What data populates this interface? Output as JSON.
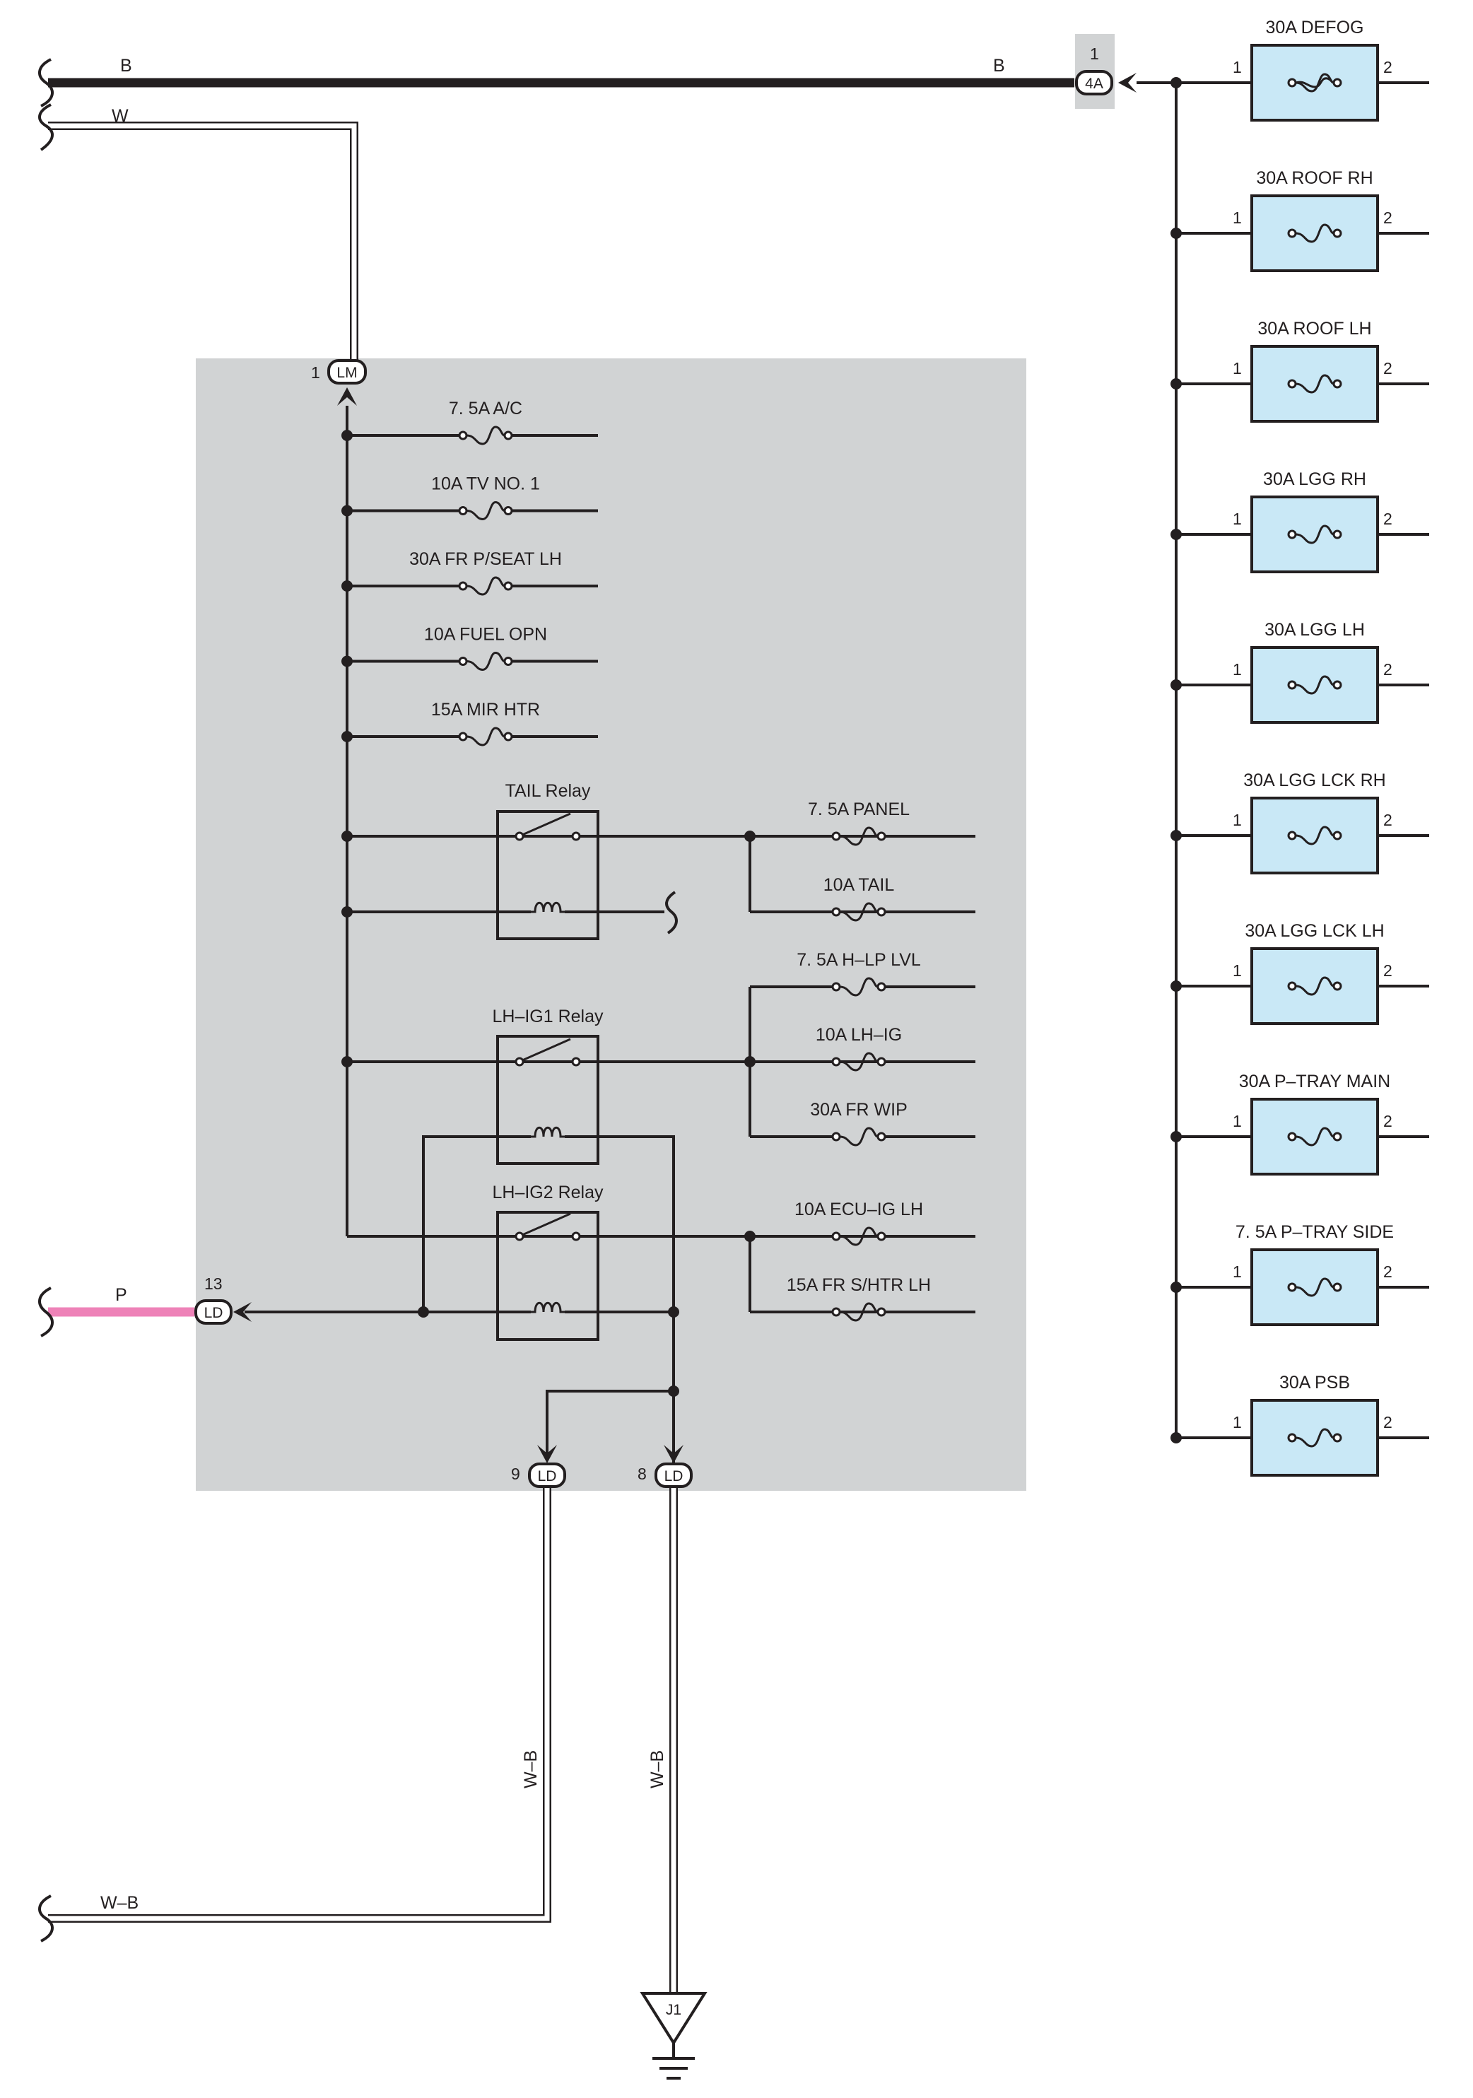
{
  "colors": {
    "wire": "#231f20",
    "junction_block_bg": "#d1d3d4",
    "fuse_fill": "#c9e8f6",
    "pink_wire": "#ee82b8",
    "background": "#ffffff"
  },
  "wires": {
    "b_left": "B",
    "b_right": "B",
    "w_top": "W",
    "p_left": "P",
    "wb_vert_left": "W–B",
    "wb_vert_right": "W–B",
    "wb_bottom": "W–B"
  },
  "connectors": {
    "c4a": {
      "code": "4A",
      "pin": "1"
    },
    "lm": {
      "code": "LM",
      "pin": "1"
    },
    "ld13": {
      "code": "LD",
      "pin": "13"
    },
    "ld9": {
      "code": "LD",
      "pin": "9"
    },
    "ld8": {
      "code": "LD",
      "pin": "8"
    }
  },
  "ground": {
    "code": "J1",
    "icon": "ground-icon"
  },
  "right_fuses": [
    {
      "label": "30A DEFOG",
      "pin_in": "1",
      "pin_out": "2"
    },
    {
      "label": "30A ROOF RH",
      "pin_in": "1",
      "pin_out": "2"
    },
    {
      "label": "30A ROOF LH",
      "pin_in": "1",
      "pin_out": "2"
    },
    {
      "label": "30A LGG RH",
      "pin_in": "1",
      "pin_out": "2"
    },
    {
      "label": "30A LGG LH",
      "pin_in": "1",
      "pin_out": "2"
    },
    {
      "label": "30A LGG LCK RH",
      "pin_in": "1",
      "pin_out": "2"
    },
    {
      "label": "30A LGG LCK LH",
      "pin_in": "1",
      "pin_out": "2"
    },
    {
      "label": "30A P–TRAY MAIN",
      "pin_in": "1",
      "pin_out": "2"
    },
    {
      "label": "7. 5A P–TRAY SIDE",
      "pin_in": "1",
      "pin_out": "2"
    },
    {
      "label": "30A PSB",
      "pin_in": "1",
      "pin_out": "2"
    }
  ],
  "jb_fuses": [
    "7. 5A A/C",
    "10A TV NO. 1",
    "30A FR P/SEAT LH",
    "10A FUEL OPN",
    "15A MIR HTR"
  ],
  "relays": [
    {
      "name": "TAIL Relay",
      "fuses": [
        "7. 5A PANEL",
        "10A TAIL"
      ]
    },
    {
      "name": "LH–IG1 Relay",
      "fuses": [
        "7. 5A H–LP LVL",
        "10A LH–IG",
        "30A FR WIP"
      ]
    },
    {
      "name": "LH–IG2 Relay",
      "fuses": [
        "10A ECU–IG LH",
        "15A FR S/HTR LH"
      ]
    }
  ]
}
